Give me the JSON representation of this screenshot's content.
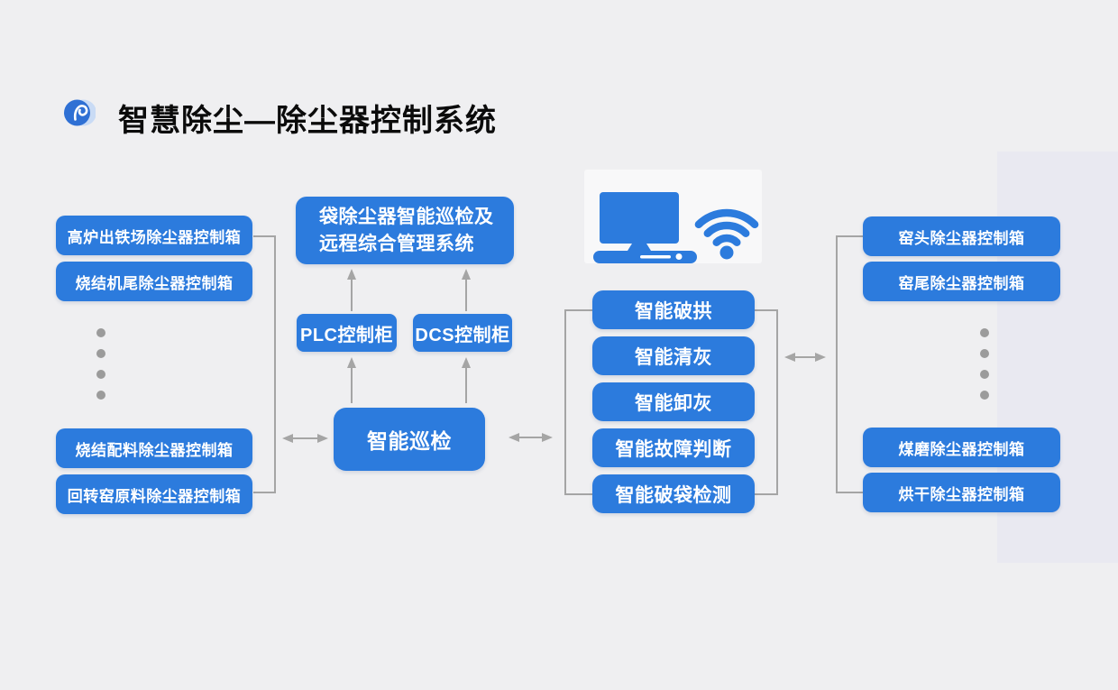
{
  "header": {
    "title": "智慧除尘—除尘器控制系统"
  },
  "left_column": {
    "top": [
      "高炉出铁场除尘器控制箱",
      "烧结机尾除尘器控制箱"
    ],
    "bottom": [
      "烧结配料除尘器控制箱",
      "回转窑原料除尘器控制箱"
    ]
  },
  "center": {
    "management_system": {
      "line1": "袋除尘器智能巡检及",
      "line2": "远程综合管理系统"
    },
    "plc": "PLC控制柜",
    "dcs": "DCS控制柜",
    "inspection": "智能巡检"
  },
  "functions": {
    "items": [
      "智能破拱",
      "智能清灰",
      "智能卸灰",
      "智能故障判断",
      "智能破袋检测"
    ]
  },
  "right_column": {
    "top": [
      "窑头除尘器控制箱",
      "窑尾除尘器控制箱"
    ],
    "bottom": [
      "煤磨除尘器控制箱",
      "烘干除尘器控制箱"
    ]
  },
  "icons": {
    "logo": "swirl-logo-icon",
    "computer": "computer-monitor-icon",
    "wifi": "wifi-signal-icon"
  },
  "colors": {
    "primary_blue": "#2c7bdd",
    "connector_gray": "#a5a5a5",
    "background": "#efeff1",
    "accent_panel": "#e9e9f1"
  }
}
